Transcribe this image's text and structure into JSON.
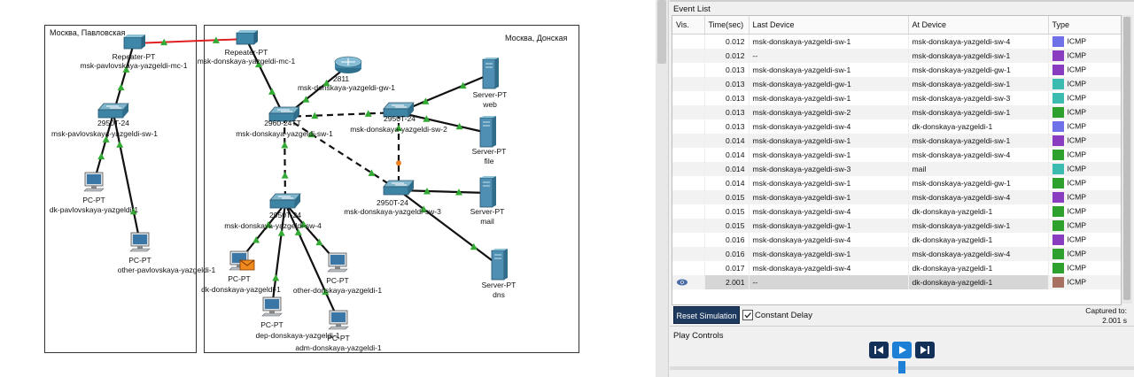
{
  "topology": {
    "areas": [
      {
        "title": "Москва, Павловская"
      },
      {
        "title": "Москва, Донская"
      }
    ],
    "devices": [
      {
        "id": "rep1",
        "kind": "repeater",
        "model": "Repeater-PT",
        "name": "msk-pavlovskaya-yazgeldi-mc-1"
      },
      {
        "id": "rep2",
        "kind": "repeater",
        "model": "Repeater-PT",
        "name": "msk-donskaya-yazgeldi-mc-1"
      },
      {
        "id": "swp",
        "kind": "switch",
        "model": "2950T-24",
        "name": "msk-pavlovskaya-yazgeldi-sw-1"
      },
      {
        "id": "pcp1",
        "kind": "pc",
        "model": "PC-PT",
        "name": "dk-pavlovskaya-yazgeldi-1"
      },
      {
        "id": "pcp2",
        "kind": "pc",
        "model": "PC-PT",
        "name": "other-pavlovskaya-yazgeldi-1"
      },
      {
        "id": "rtr",
        "kind": "router",
        "model": "2811",
        "name": "msk-donskaya-yazgeldi-gw-1"
      },
      {
        "id": "sw1",
        "kind": "switch",
        "model": "2960-24TT",
        "name": "msk-donskaya-yazgeldi-sw-1"
      },
      {
        "id": "sw2",
        "kind": "switch",
        "model": "2950T-24",
        "name": "msk-donskaya-yazgeldi-sw-2"
      },
      {
        "id": "sw3",
        "kind": "switch",
        "model": "2950T-24",
        "name": "msk-donskaya-yazgeldi-sw-3"
      },
      {
        "id": "sw4",
        "kind": "switch",
        "model": "2950T-24",
        "name": "msk-donskaya-yazgeldi-sw-4"
      },
      {
        "id": "srvweb",
        "kind": "server",
        "model": "Server-PT",
        "name": "web"
      },
      {
        "id": "srvfile",
        "kind": "server",
        "model": "Server-PT",
        "name": "file"
      },
      {
        "id": "srvmail",
        "kind": "server",
        "model": "Server-PT",
        "name": "mail"
      },
      {
        "id": "srvdns",
        "kind": "server",
        "model": "Server-PT",
        "name": "dns"
      },
      {
        "id": "pcdk",
        "kind": "pc",
        "model": "PC-PT",
        "name": "dk-donskaya-yazgeldi-1"
      },
      {
        "id": "pcother",
        "kind": "pc",
        "model": "PC-PT",
        "name": "other-donskaya-yazgeldi-1"
      },
      {
        "id": "pcdep",
        "kind": "pc",
        "model": "PC-PT",
        "name": "dep-donskaya-yazgeldi-1"
      },
      {
        "id": "pcadm",
        "kind": "pc",
        "model": "PC-PT",
        "name": "adm-donskaya-yazgeldi-1"
      }
    ],
    "links": [
      {
        "from": "rep1",
        "to": "rep2",
        "style": "fiber",
        "color": "#e02020"
      },
      {
        "from": "rep1",
        "to": "swp",
        "style": "copper-straight"
      },
      {
        "from": "swp",
        "to": "pcp1",
        "style": "copper-straight"
      },
      {
        "from": "swp",
        "to": "pcp2",
        "style": "copper-straight"
      },
      {
        "from": "rep2",
        "to": "sw1",
        "style": "copper-straight"
      },
      {
        "from": "rtr",
        "to": "sw1",
        "style": "copper-straight"
      },
      {
        "from": "sw1",
        "to": "sw2",
        "style": "crossover"
      },
      {
        "from": "sw1",
        "to": "sw3",
        "style": "crossover"
      },
      {
        "from": "sw1",
        "to": "sw4",
        "style": "crossover"
      },
      {
        "from": "sw2",
        "to": "sw3",
        "style": "crossover"
      },
      {
        "from": "sw2",
        "to": "srvweb",
        "style": "copper-straight"
      },
      {
        "from": "sw2",
        "to": "srvfile",
        "style": "copper-straight"
      },
      {
        "from": "sw3",
        "to": "srvmail",
        "style": "copper-straight"
      },
      {
        "from": "sw3",
        "to": "srvdns",
        "style": "copper-straight"
      },
      {
        "from": "sw4",
        "to": "pcdk",
        "style": "copper-straight"
      },
      {
        "from": "sw4",
        "to": "pcother",
        "style": "copper-straight"
      },
      {
        "from": "sw4",
        "to": "pcdep",
        "style": "copper-straight"
      },
      {
        "from": "sw4",
        "to": "pcadm",
        "style": "copper-straight"
      }
    ],
    "packet_on": "pcdk",
    "colors": {
      "link_up": "#33aa33",
      "link_down": "#f08020",
      "fiber": "#e02020"
    }
  },
  "event_list": {
    "title": "Event List",
    "columns": [
      "Vis.",
      "Time(sec)",
      "Last Device",
      "At Device",
      "Type"
    ],
    "rows": [
      {
        "vis": "",
        "time": "0.012",
        "last": "msk-donskaya-yazgeldi-sw-1",
        "at": "msk-donskaya-yazgeldi-sw-4",
        "color": "#7070e8",
        "type": "ICMP"
      },
      {
        "vis": "",
        "time": "0.012",
        "last": "--",
        "at": "msk-donskaya-yazgeldi-sw-1",
        "color": "#8a3cc0",
        "type": "ICMP"
      },
      {
        "vis": "",
        "time": "0.013",
        "last": "msk-donskaya-yazgeldi-sw-1",
        "at": "msk-donskaya-yazgeldi-gw-1",
        "color": "#8a3cc0",
        "type": "ICMP"
      },
      {
        "vis": "",
        "time": "0.013",
        "last": "msk-donskaya-yazgeldi-gw-1",
        "at": "msk-donskaya-yazgeldi-sw-1",
        "color": "#3cbcb0",
        "type": "ICMP"
      },
      {
        "vis": "",
        "time": "0.013",
        "last": "msk-donskaya-yazgeldi-sw-1",
        "at": "msk-donskaya-yazgeldi-sw-3",
        "color": "#3cbcb0",
        "type": "ICMP"
      },
      {
        "vis": "",
        "time": "0.013",
        "last": "msk-donskaya-yazgeldi-sw-2",
        "at": "msk-donskaya-yazgeldi-sw-1",
        "color": "#2ea02e",
        "type": "ICMP"
      },
      {
        "vis": "",
        "time": "0.013",
        "last": "msk-donskaya-yazgeldi-sw-4",
        "at": "dk-donskaya-yazgeldi-1",
        "color": "#7070e8",
        "type": "ICMP"
      },
      {
        "vis": "",
        "time": "0.014",
        "last": "msk-donskaya-yazgeldi-sw-1",
        "at": "msk-donskaya-yazgeldi-sw-1",
        "color": "#8a3cc0",
        "type": "ICMP"
      },
      {
        "vis": "",
        "time": "0.014",
        "last": "msk-donskaya-yazgeldi-sw-1",
        "at": "msk-donskaya-yazgeldi-sw-4",
        "color": "#2ea02e",
        "type": "ICMP"
      },
      {
        "vis": "",
        "time": "0.014",
        "last": "msk-donskaya-yazgeldi-sw-3",
        "at": "mail",
        "color": "#3cbcb0",
        "type": "ICMP"
      },
      {
        "vis": "",
        "time": "0.014",
        "last": "msk-donskaya-yazgeldi-sw-1",
        "at": "msk-donskaya-yazgeldi-gw-1",
        "color": "#2ea02e",
        "type": "ICMP"
      },
      {
        "vis": "",
        "time": "0.015",
        "last": "msk-donskaya-yazgeldi-sw-1",
        "at": "msk-donskaya-yazgeldi-sw-4",
        "color": "#8a3cc0",
        "type": "ICMP"
      },
      {
        "vis": "",
        "time": "0.015",
        "last": "msk-donskaya-yazgeldi-sw-4",
        "at": "dk-donskaya-yazgeldi-1",
        "color": "#2ea02e",
        "type": "ICMP"
      },
      {
        "vis": "",
        "time": "0.015",
        "last": "msk-donskaya-yazgeldi-gw-1",
        "at": "msk-donskaya-yazgeldi-sw-1",
        "color": "#2ea02e",
        "type": "ICMP"
      },
      {
        "vis": "",
        "time": "0.016",
        "last": "msk-donskaya-yazgeldi-sw-4",
        "at": "dk-donskaya-yazgeldi-1",
        "color": "#8a3cc0",
        "type": "ICMP"
      },
      {
        "vis": "",
        "time": "0.016",
        "last": "msk-donskaya-yazgeldi-sw-1",
        "at": "msk-donskaya-yazgeldi-sw-4",
        "color": "#2ea02e",
        "type": "ICMP"
      },
      {
        "vis": "",
        "time": "0.017",
        "last": "msk-donskaya-yazgeldi-sw-4",
        "at": "dk-donskaya-yazgeldi-1",
        "color": "#2ea02e",
        "type": "ICMP"
      },
      {
        "vis": "eye-icon",
        "time": "2.001",
        "last": "--",
        "at": "dk-donskaya-yazgeldi-1",
        "color": "#a87060",
        "type": "ICMP",
        "selected": true
      }
    ]
  },
  "controls": {
    "reset_label": "Reset Simulation",
    "constant_delay_label": "Constant Delay",
    "constant_delay_checked": true,
    "captured_line1": "Captured to:",
    "captured_line2": "2.001 s",
    "play_title": "Play Controls",
    "icons": {
      "back": "skip-back-icon",
      "play": "play-icon",
      "forward": "skip-forward-icon"
    },
    "accent": "#1d7fd6"
  }
}
